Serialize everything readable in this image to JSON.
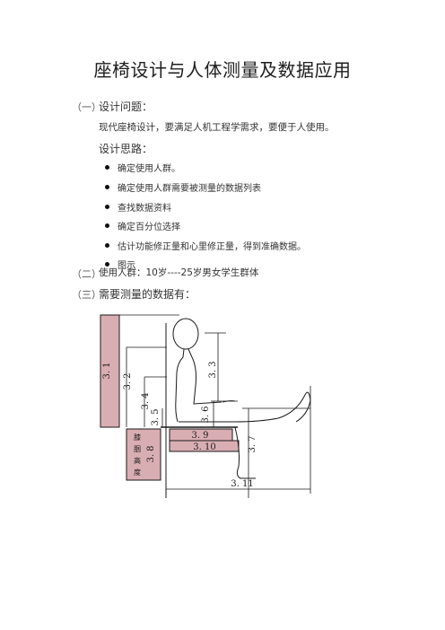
{
  "document": {
    "title": "座椅设计与人体测量及数据应用",
    "section1": {
      "num": "（一）",
      "heading": "设计问题：",
      "paragraph": "现代座椅设计，要满足人机工程学需求，要便于人使用。",
      "subheading": "设计思路：",
      "bullets": [
        "确定使用人群。",
        "确定使用人群需要被测量的数据列表",
        "查找数据资料",
        "确定百分位选择",
        "估计功能修正量和心里修正量，得到准确数据。",
        "图示"
      ]
    },
    "section2": {
      "num": "（二）",
      "prefix": "使用人群：",
      "age_from": "10",
      "unit1": "岁",
      "dash": "----",
      "age_to": "25",
      "suffix": "岁男女学生群体"
    },
    "section3": {
      "num": "（三）",
      "heading": "需要测量的数据有："
    }
  },
  "figure": {
    "labels": {
      "m31": "3. 1",
      "m32": "3. 2",
      "m33": "3. 3",
      "m34": "3. 4",
      "m35": "3. 5",
      "m36": "3. 6",
      "m37": "3. 7",
      "m38": "3. 8",
      "m39": "3. 9",
      "m310": "3. 10",
      "m311": "3. 11",
      "knee_chars": [
        "膝",
        "腘",
        "高",
        "度"
      ]
    },
    "colors": {
      "pink_fill": "#d9aeb3",
      "line": "#1a1a1a"
    }
  }
}
